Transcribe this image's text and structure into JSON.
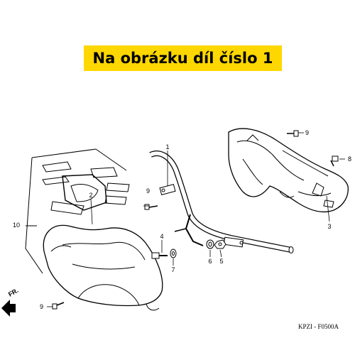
{
  "banner": {
    "text": "Na obrázku díl číslo 1",
    "color": "#fed700"
  },
  "diagram": {
    "code": "KPZI - F0500A",
    "direction_label": "FR.",
    "callouts": [
      {
        "id": "c1",
        "label": "1",
        "part": "handlebar-pipe"
      },
      {
        "id": "c2",
        "label": "2",
        "part": "front-handlebar-cover"
      },
      {
        "id": "c3",
        "label": "3",
        "part": "rear-handlebar-cover"
      },
      {
        "id": "c4",
        "label": "4",
        "part": "bolt"
      },
      {
        "id": "c5",
        "label": "5",
        "part": "nut"
      },
      {
        "id": "c6",
        "label": "6",
        "part": "collar"
      },
      {
        "id": "c7",
        "label": "7",
        "part": "washer"
      },
      {
        "id": "c8",
        "label": "8",
        "part": "screw"
      },
      {
        "id": "c9a",
        "label": "9",
        "part": "screw"
      },
      {
        "id": "c9b",
        "label": "9",
        "part": "screw"
      },
      {
        "id": "c9c",
        "label": "9",
        "part": "screw"
      },
      {
        "id": "c10",
        "label": "10",
        "part": "emblem-set"
      }
    ]
  }
}
